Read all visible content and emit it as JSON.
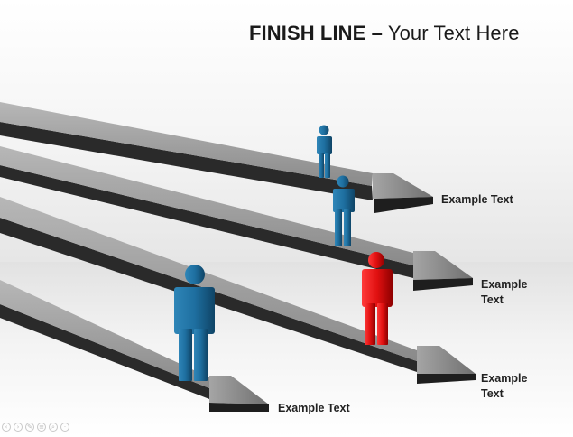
{
  "slide": {
    "title_bold": "FINISH LINE –",
    "title_rest": " Your Text Here"
  },
  "labels": [
    {
      "lines": [
        "Example Text"
      ]
    },
    {
      "lines": [
        "Example",
        "Text"
      ]
    },
    {
      "lines": [
        "Example",
        "Text"
      ]
    },
    {
      "lines": [
        "Example Text"
      ]
    }
  ],
  "colors": {
    "arrow_top": "#9a9a9a",
    "arrow_side": "#2b2b2b",
    "figure_blue": "#1f6c9a",
    "figure_red": "#d41414"
  },
  "icons": {
    "figures": [
      "person-icon",
      "person-icon",
      "person-icon-red",
      "person-icon-large"
    ],
    "nav": [
      "prev-icon",
      "next-icon",
      "pen-icon",
      "menu-icon",
      "zoom-icon",
      "more-icon"
    ]
  }
}
